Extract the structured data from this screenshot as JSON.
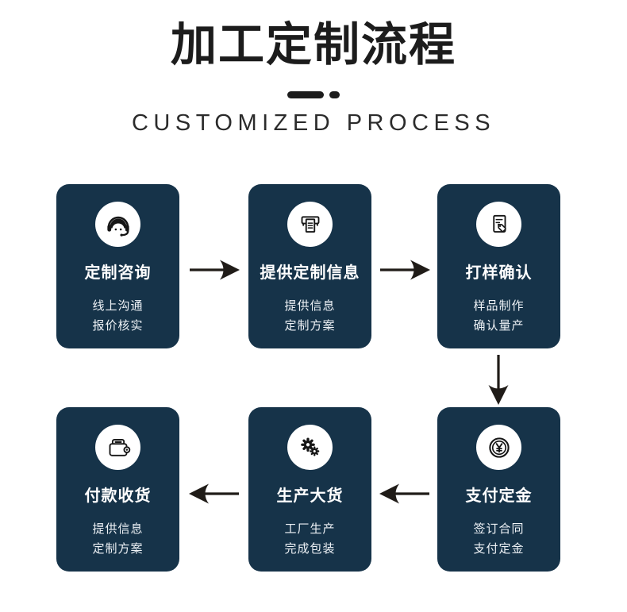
{
  "header": {
    "title": "加工定制流程",
    "subtitle": "CUSTOMIZED PROCESS"
  },
  "colors": {
    "card_bg": "#163349",
    "title_ink": "#1c1c1c",
    "arrow_ink": "#201c18",
    "icon_ink": "#161616"
  },
  "steps": [
    {
      "title": "定制咨询",
      "desc_line1": "线上沟通",
      "desc_line2": "报价核实",
      "icon": "headset-icon"
    },
    {
      "title": "提供定制信息",
      "desc_line1": "提供信息",
      "desc_line2": "定制方案",
      "icon": "printer-icon"
    },
    {
      "title": "打样确认",
      "desc_line1": "样品制作",
      "desc_line2": "确认量产",
      "icon": "document-edit-icon"
    },
    {
      "title": "支付定金",
      "desc_line1": "签订合同",
      "desc_line2": "支付定金",
      "icon": "yuan-coin-icon"
    },
    {
      "title": "生产大货",
      "desc_line1": "工厂生产",
      "desc_line2": "完成包装",
      "icon": "gears-icon"
    },
    {
      "title": "付款收货",
      "desc_line1": "提供信息",
      "desc_line2": "定制方案",
      "icon": "wallet-icon"
    }
  ]
}
